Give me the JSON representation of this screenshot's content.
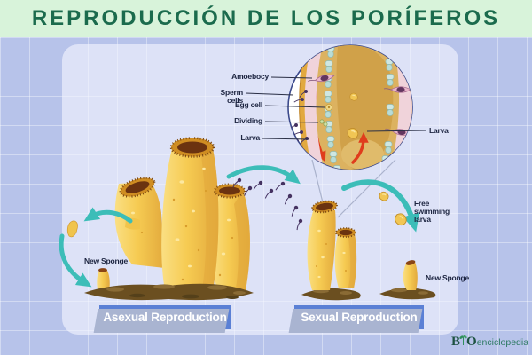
{
  "title": "REPRODUCCIÓN DE LOS PORÍFEROS",
  "inset": {
    "labels": {
      "amoebocyte": "Amoebocy",
      "sperm_cells": "Sperm cells",
      "egg_cell": "Egg cell",
      "dividing": "Dividing",
      "larva_left": "Larva",
      "larva_right": "Larva"
    }
  },
  "asexual": {
    "section_label": "Asexual Reproduction",
    "new_sponge_label": "New Sponge"
  },
  "sexual": {
    "section_label": "Sexual Reproduction",
    "free_swimming_larva_label": "Free swimming larva",
    "new_sponge_label": "New Sponge"
  },
  "logo": {
    "b": "B",
    "o": "O",
    "word": "enciclopedia"
  },
  "colors": {
    "background": "#b7c3ea",
    "panel": "#dde4f6",
    "banner_green": "#d8f3da",
    "title_green": "#1b6b4d",
    "button_blue": "#5b80d5",
    "button_shadow": "#a9b4d1",
    "arrow_teal": "#3cbdb8",
    "sponge_yellow": "#f6cb52",
    "sponge_shade": "#e2a93c",
    "substrate_brown": "#6b4f20",
    "sperm_purple": "#453261",
    "red_arrow": "#e03c1c",
    "label_navy": "#1c2440"
  }
}
